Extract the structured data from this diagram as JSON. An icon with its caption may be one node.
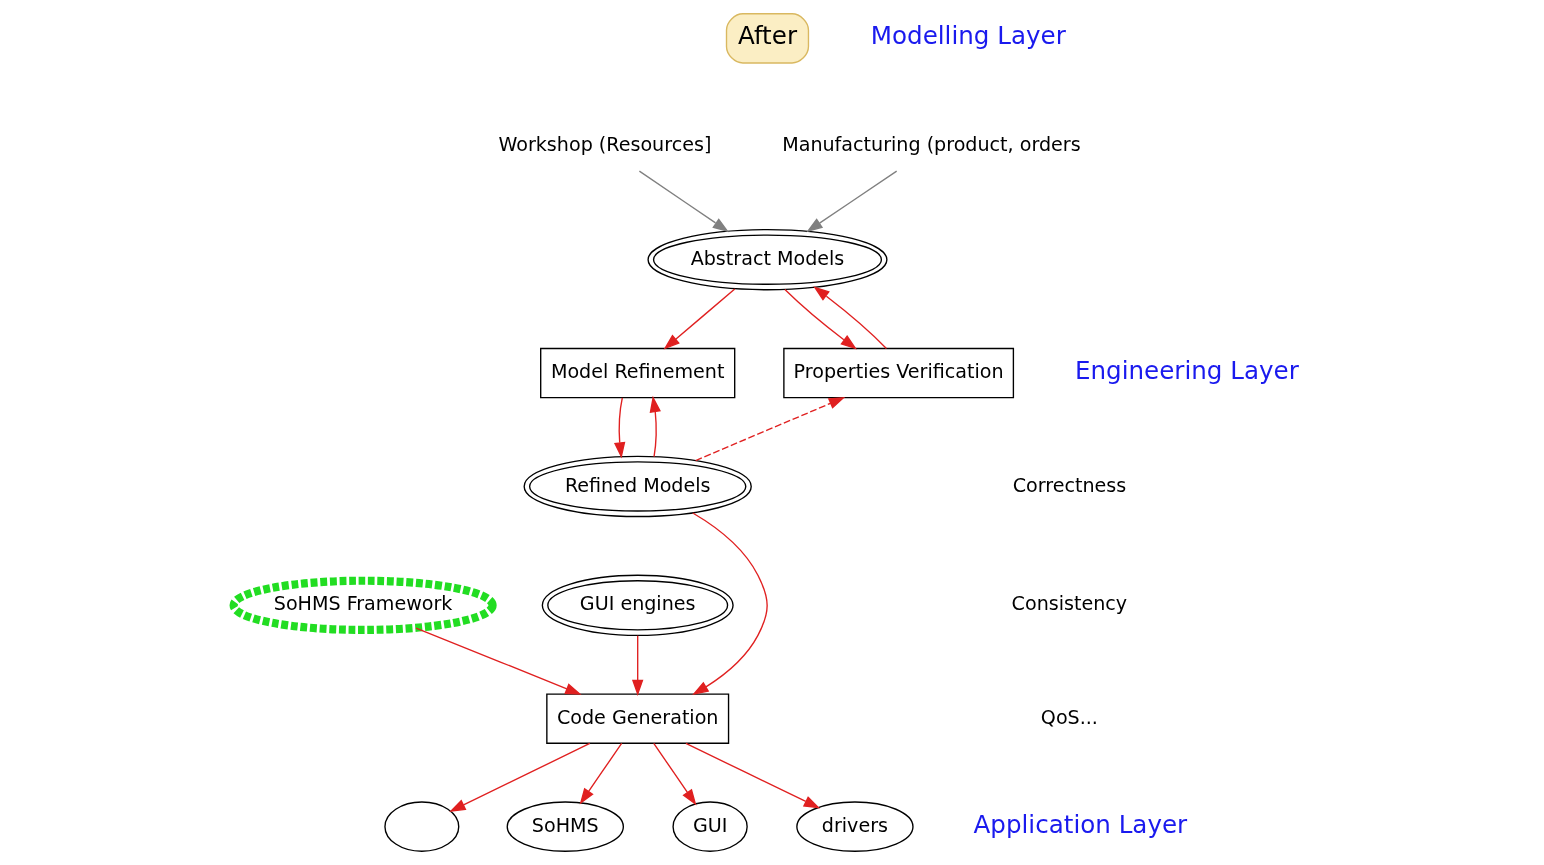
{
  "diagram": {
    "nodes": [
      {
        "text": [
          "After"
        ]
      },
      {
        "text": [
          "Workshop (Resources]"
        ]
      },
      {
        "text": [
          "Manufacturing (product, orders"
        ]
      },
      {
        "text": [
          "Abstract Models"
        ]
      },
      {
        "text": [
          "Model Refinement"
        ]
      },
      {
        "text": [
          "Properties Verification"
        ]
      },
      {
        "text": [
          "Refined Models"
        ]
      },
      {
        "text": [
          "SoHMS Framework"
        ]
      },
      {
        "text": [
          "GUI engines"
        ]
      },
      {
        "text": [
          "Code Generation"
        ]
      },
      {
        "text": [],
        "shape": "ellipse"
      },
      {
        "text": [
          "SoHMS"
        ]
      },
      {
        "text": [
          "GUI"
        ]
      },
      {
        "text": [
          "drivers"
        ]
      }
    ],
    "edges": [
      {
        "from": 1,
        "to": 3,
        "arrow": "to",
        "color": "#808080"
      },
      {
        "from": 2,
        "to": 3,
        "arrow": "to",
        "color": "#808080"
      },
      {
        "from": 3,
        "to": 4,
        "arrow": "to"
      },
      {
        "from": 3,
        "to": 5,
        "arrow": "to"
      },
      {
        "from": 5,
        "to": 3,
        "arrow": "to"
      },
      {
        "from": 4,
        "to": 6,
        "arrow": "to"
      },
      {
        "from": 6,
        "to": 4,
        "arrow": "to"
      },
      {
        "from": 6,
        "to": 5,
        "arrow": "to",
        "style": "dashed"
      },
      {
        "from": 6,
        "to": 9,
        "arrow": "to"
      },
      {
        "from": 7,
        "to": 9,
        "arrow": "to"
      },
      {
        "from": 8,
        "to": 9,
        "arrow": "to"
      },
      {
        "from": 9,
        "to": 10,
        "arrow": "to"
      },
      {
        "from": 9,
        "to": 11,
        "arrow": "to"
      },
      {
        "from": 9,
        "to": 12,
        "arrow": "to"
      },
      {
        "from": 9,
        "to": 13,
        "arrow": "to"
      }
    ],
    "labels": [
      "Modelling Layer",
      "Engineering Layer",
      "Correctness",
      "Consistency",
      "QoS...",
      "Application Layer"
    ]
  }
}
